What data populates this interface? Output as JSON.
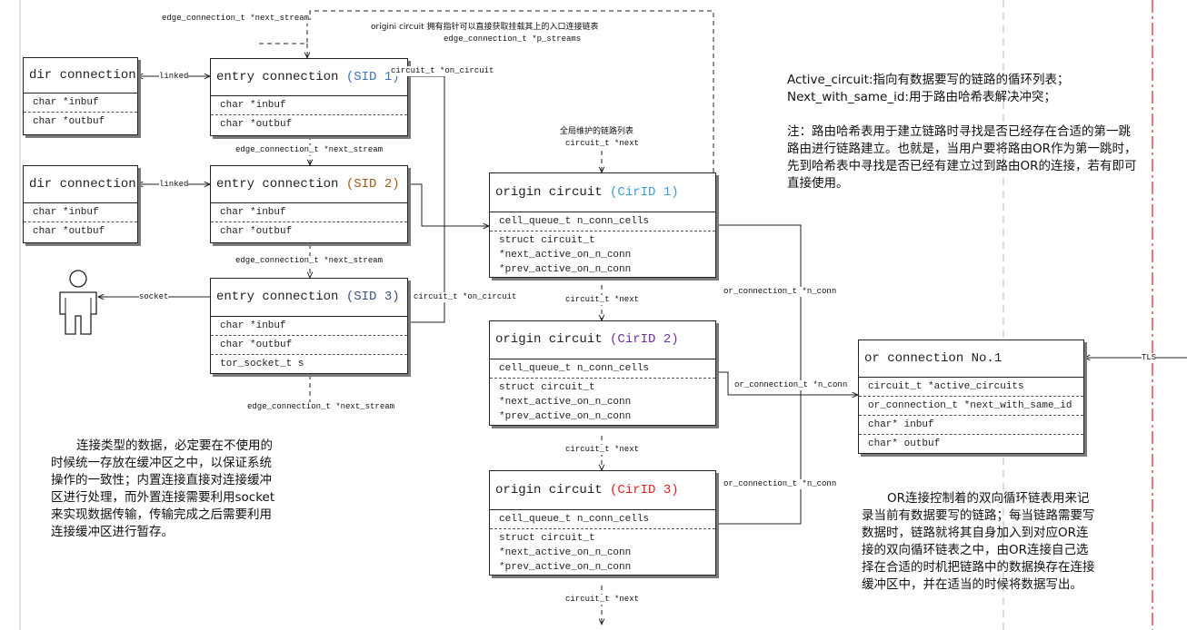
{
  "labels": {
    "top_next_stream": "edge_connection_t *next_stream",
    "top_note_1": "origini circuit 拥有指针可以直接获取挂载其上的入口连接链表",
    "top_note_2": "edge_connection_t *p_streams",
    "linked_1": "linked",
    "linked_2": "linked",
    "socket": "socket",
    "on_circuit_1": "circuit_t *on_circuit",
    "on_circuit_2": "circuit_t *on_circuit",
    "next_stream_1": "edge_connection_t *next_stream",
    "next_stream_2": "edge_connection_t *next_stream",
    "next_stream_3": "edge_connection_t *next_stream",
    "global_list": "全局维护的链路列表",
    "global_next": "circuit_t *next",
    "circ_next_1": "circuit_t *next",
    "circ_next_2": "circuit_t *next",
    "circ_next_3": "circuit_t *next",
    "n_conn_1": "or_connection_t *n_conn",
    "n_conn_2": "or_connection_t *n_conn",
    "n_conn_3": "or_connection_t *n_conn",
    "tls": "TLS"
  },
  "dir_connections": [
    {
      "title": "dir connection",
      "fields": [
        "char *inbuf",
        "char *outbuf"
      ]
    },
    {
      "title": "dir connection",
      "fields": [
        "char *inbuf",
        "char *outbuf"
      ]
    }
  ],
  "entry_connections": [
    {
      "title": "entry connection",
      "sid": "(SID 1)",
      "fields": [
        "char *inbuf",
        "char *outbuf"
      ]
    },
    {
      "title": "entry connection",
      "sid": "(SID 2)",
      "fields": [
        "char *inbuf",
        "char *outbuf"
      ]
    },
    {
      "title": "entry connection",
      "sid": "(SID 3)",
      "fields": [
        "char *inbuf",
        "char *outbuf",
        "tor_socket_t s"
      ]
    }
  ],
  "circuits": [
    {
      "title": "origin circuit",
      "cid": "(CirID 1)",
      "cells": "cell_queue_t n_conn_cells",
      "struct_lines": [
        "struct circuit_t",
        "*next_active_on_n_conn",
        "*prev_active_on_n_conn"
      ]
    },
    {
      "title": "origin circuit",
      "cid": "(CirID 2)",
      "cells": "cell_queue_t n_conn_cells",
      "struct_lines": [
        "struct circuit_t",
        "*next_active_on_n_conn",
        "*prev_active_on_n_conn"
      ]
    },
    {
      "title": "origin circuit",
      "cid": "(CirID 3)",
      "cells": "cell_queue_t n_conn_cells",
      "struct_lines": [
        "struct circuit_t",
        "*next_active_on_n_conn",
        "*prev_active_on_n_conn"
      ]
    }
  ],
  "or_connection": {
    "title": "or connection No.1",
    "fields": [
      "circuit_t *active_circuits",
      "or_connection_t *next_with_same_id",
      "char* inbuf",
      "char* outbuf"
    ]
  },
  "notes": {
    "left": "连接类型的数据，必定要在不使用的时候统一存放在缓冲区之中，以保证系统操作的一致性；内置连接直接对连接缓冲区进行处理，而外置连接需要利用socket来实现数据传输，传输完成之后需要利用连接缓冲区进行暂存。",
    "right": "OR连接控制着的双向循环链表用来记录当前有数据要写的链路；每当链路需要写数据时，链路就将其自身加入到对应OR连接的双向循环链表之中，由OR连接自己选择在合适的时机把链路中的数据换存在连接缓冲区中，并在适当的时候将数据写出。",
    "top_1": "Active_circuit:指向有数据要写的链路的循环列表；",
    "top_2": "Next_with_same_id:用于路由哈希表解决冲突；",
    "top_3": "注：路由哈希表用于建立链路时寻找是否已经存在合适的第一跳路由进行链路建立。也就是，当用户要将路由OR作为第一跳时，先到哈希表中寻找是否已经有建立过到路由OR的连接，若有即可直接使用。"
  },
  "colors": {
    "sid1": "#3b73b9",
    "sid2": "#a05a18",
    "sid3": "#3a4f8a",
    "cid1": "#3c9bd4",
    "cid2": "#7030a0",
    "cid3": "#e02020",
    "red_guide": "#e02020"
  }
}
